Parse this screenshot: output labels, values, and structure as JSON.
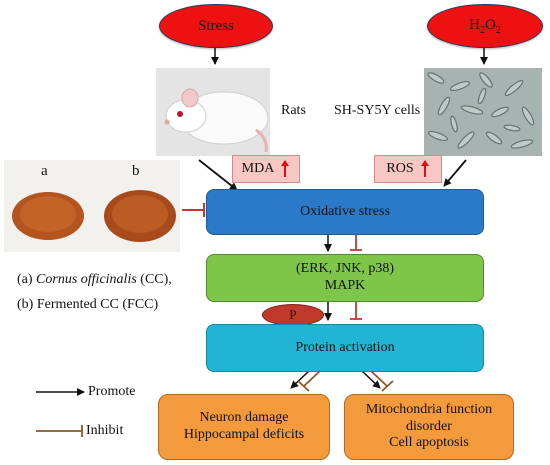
{
  "inputs": {
    "stress": "Stress",
    "h2o2_main": "H",
    "h2o2_sub1": "2",
    "h2o2_mid": "O",
    "h2o2_sub2": "2"
  },
  "models": {
    "rats": "Rats",
    "cells": "SH-SY5Y cells"
  },
  "markers": {
    "mda": "MDA",
    "ros": "ROS"
  },
  "samples": {
    "a": "a",
    "b": "b",
    "caption_a_prefix": "(a) ",
    "caption_a_italic": "Cornus officinalis",
    "caption_a_suffix": " (CC),",
    "caption_b": "(b) Fermented CC (FCC)"
  },
  "pathway": {
    "oxidative": "Oxidative stress",
    "mapk_line1": "(ERK, JNK, p38)",
    "mapk_line2": "MAPK",
    "phospho": "P",
    "protein": "Protein activation"
  },
  "outcomes": {
    "left_line1": "Neuron damage",
    "left_line2": "Hippocampal deficits",
    "right_line1": "Mitochondria function",
    "right_line2": "disorder",
    "right_line3": "Cell apoptosis"
  },
  "legend": {
    "promote": "Promote",
    "inhibit": "Inhibit"
  },
  "colors": {
    "ellipse_red": "#ee1111",
    "oxidative_blue": "#2b7ac9",
    "mapk_green": "#7ec64a",
    "protein_cyan": "#22b4d4",
    "outcome_orange": "#f29a3c",
    "inhibit_red": "#cc3333",
    "inhibit_brown": "#8a5a2a"
  }
}
